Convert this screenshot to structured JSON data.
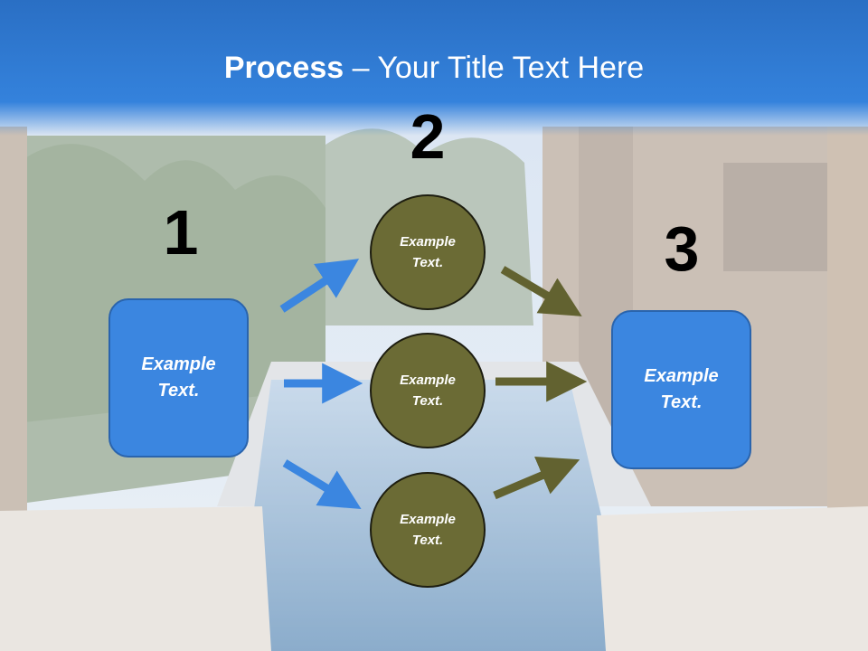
{
  "title": {
    "bold": "Process",
    "rest": " – Your Title Text Here"
  },
  "steps": {
    "one": "1",
    "two": "2",
    "three": "3"
  },
  "nodes": {
    "left_box": [
      "Example",
      "Text."
    ],
    "right_box": [
      "Example",
      "Text."
    ],
    "circle_top": [
      "Example",
      "Text."
    ],
    "circle_middle": [
      "Example",
      "Text."
    ],
    "circle_bottom": [
      "Example",
      "Text."
    ]
  },
  "colors": {
    "title_band": "#2f7fd8",
    "box_fill": "#3b86e0",
    "circle_fill": "#6b6b35",
    "arrow_blue": "#3b86e0",
    "arrow_olive": "#626230"
  },
  "background": "photo-pool-courtyard"
}
